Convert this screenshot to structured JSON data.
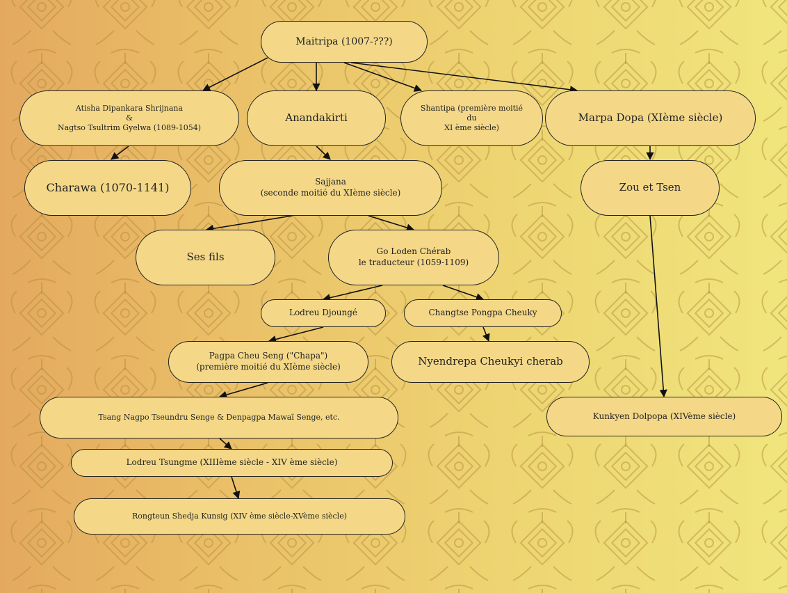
{
  "diagram": {
    "nodes": [
      {
        "id": "maitripa",
        "label": "Maitripa (1007-???)"
      },
      {
        "id": "atisha",
        "label": "Atisha Dipankara Shrijnana\n&\nNagtso Tsultrim Gyelwa (1089-1054)"
      },
      {
        "id": "anandakirti",
        "label": "Anandakirti"
      },
      {
        "id": "shantipa",
        "label": "Shantipa (première moitié\ndu\nXI ème siècle)"
      },
      {
        "id": "marpa_dopa",
        "label": "Marpa Dopa (XIème siècle)"
      },
      {
        "id": "charawa",
        "label": "Charawa (1070-1141)"
      },
      {
        "id": "sajjana",
        "label": "Sajjana\n(seconde moitié du XIème siècle)"
      },
      {
        "id": "zou_tsen",
        "label": "Zou et Tsen"
      },
      {
        "id": "ses_fils",
        "label": "Ses fils"
      },
      {
        "id": "go_loden",
        "label": "Go Loden Chérab\nle traducteur (1059-1109)"
      },
      {
        "id": "lodreu_djounge",
        "label": "Lodreu Djoungé"
      },
      {
        "id": "changtse",
        "label": "Changtse Pongpa Cheuky"
      },
      {
        "id": "pagpa",
        "label": "Pagpa Cheu Seng (\"Chapa\")\n(première moitié du XIème siècle)"
      },
      {
        "id": "nyendrepa",
        "label": "Nyendrepa Cheukyi cherab"
      },
      {
        "id": "tsang_nagpo",
        "label": "Tsang Nagpo Tseundru Senge & Denpagpa Mawaï Senge, etc."
      },
      {
        "id": "kunkyen",
        "label": "Kunkyen Dolpopa (XIVème siècle)"
      },
      {
        "id": "lodreu_tsungme",
        "label": "Lodreu Tsungme (XIIIème siècle - XIV ème siècle)"
      },
      {
        "id": "rongteun",
        "label": "Rongteun Shedja Kunsig (XIV ème siècle-XVème siècle)"
      }
    ],
    "edges": [
      {
        "from": "maitripa",
        "to": "atisha"
      },
      {
        "from": "maitripa",
        "to": "anandakirti"
      },
      {
        "from": "maitripa",
        "to": "shantipa"
      },
      {
        "from": "maitripa",
        "to": "marpa_dopa"
      },
      {
        "from": "atisha",
        "to": "charawa"
      },
      {
        "from": "anandakirti",
        "to": "sajjana"
      },
      {
        "from": "marpa_dopa",
        "to": "zou_tsen"
      },
      {
        "from": "sajjana",
        "to": "ses_fils"
      },
      {
        "from": "sajjana",
        "to": "go_loden"
      },
      {
        "from": "go_loden",
        "to": "lodreu_djounge"
      },
      {
        "from": "go_loden",
        "to": "changtse"
      },
      {
        "from": "lodreu_djounge",
        "to": "pagpa"
      },
      {
        "from": "changtse",
        "to": "nyendrepa"
      },
      {
        "from": "pagpa",
        "to": "tsang_nagpo"
      },
      {
        "from": "zou_tsen",
        "to": "kunkyen"
      },
      {
        "from": "tsang_nagpo",
        "to": "lodreu_tsungme"
      },
      {
        "from": "lodreu_tsungme",
        "to": "rongteun"
      }
    ]
  },
  "colors": {
    "node_fill": "#f4d888",
    "node_border": "#222222",
    "arrow": "#111111",
    "background_left": "#e4a95f",
    "background_right": "#f0e57c",
    "pattern": "#b08a3a"
  }
}
